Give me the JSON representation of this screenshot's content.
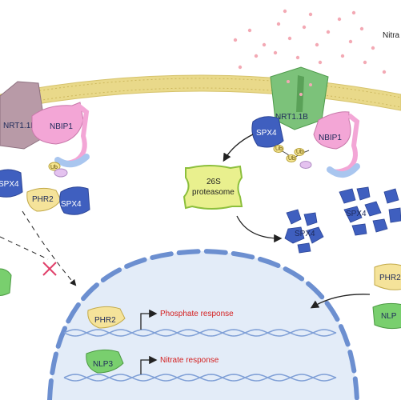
{
  "labels": {
    "nitrate": "Nitra",
    "nrt_left": "NRT1.1B",
    "nrt_right": "NRT1.1B",
    "nbip_left": "NBIP1",
    "nbip_right": "NBIP1",
    "spx4_right_membrane": "SPX4",
    "spx4_left_small": "SPX4",
    "spx4_free": "SPX4",
    "phr2_free": "PHR2",
    "ub_left": "Ub",
    "ub_chain": [
      "Ub",
      "Ub",
      "Ub"
    ],
    "proteasome_line1": "26S",
    "proteasome_line2": "proteasome",
    "spx4_fragment_a": "SPX4",
    "spx4_fragment_b": "SPX4",
    "phr2_right": "PHR2",
    "nlp_right": "NLP",
    "phr2_nucleus": "PHR2",
    "nlp3_nucleus": "NLP3",
    "phosphate_response": "Phosphate response",
    "nitrate_response": "Nitrate response"
  },
  "colors": {
    "membrane": "#e9d98a",
    "nrt_left": "#b89aa7",
    "nrt_right": "#7cc27a",
    "nbip": "#f3a6d6",
    "spx4": "#3f5fbf",
    "phr2": "#f5e39a",
    "nlp": "#79cf6e",
    "proteasome": "#e9f08e",
    "nucleus": "#e3ecf8",
    "nuclear_envelope": "#6c8fd0",
    "dna": "#7f9fd6",
    "response_text": "#d42020",
    "inhibit_cross": "#e0406a",
    "nitrate_dot": "#f3a9b4"
  },
  "icons": [
    "nitrate-dot-icon",
    "inhibition-cross-icon",
    "arrow-icon",
    "dna-helix-icon",
    "promoter-arrow-icon"
  ]
}
